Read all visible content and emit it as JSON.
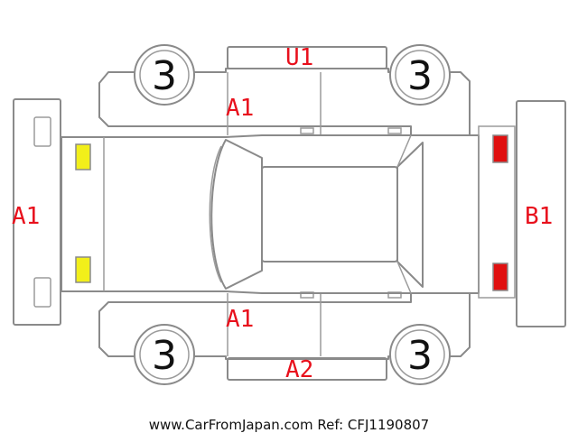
{
  "diagram": {
    "colors": {
      "outline": "#8a8a8a",
      "damage_text": "#e8101c",
      "front_lamp": "#f2ef1a",
      "rear_lamp": "#e01010"
    },
    "tires": {
      "front_left": "3",
      "rear_left": "3",
      "front_right": "3",
      "rear_right": "3"
    },
    "damage_codes": {
      "roof_side_upper": "U1",
      "left_door_front": "A1",
      "right_door_front": "A1",
      "front_bumper": "A1",
      "rear_bumper": "B1",
      "lower_sill": "A2"
    },
    "front_lamps": "yellow",
    "rear_lamps": "red"
  },
  "footer": {
    "text": "www.CarFromJapan.com Ref: CFJ1190807"
  }
}
